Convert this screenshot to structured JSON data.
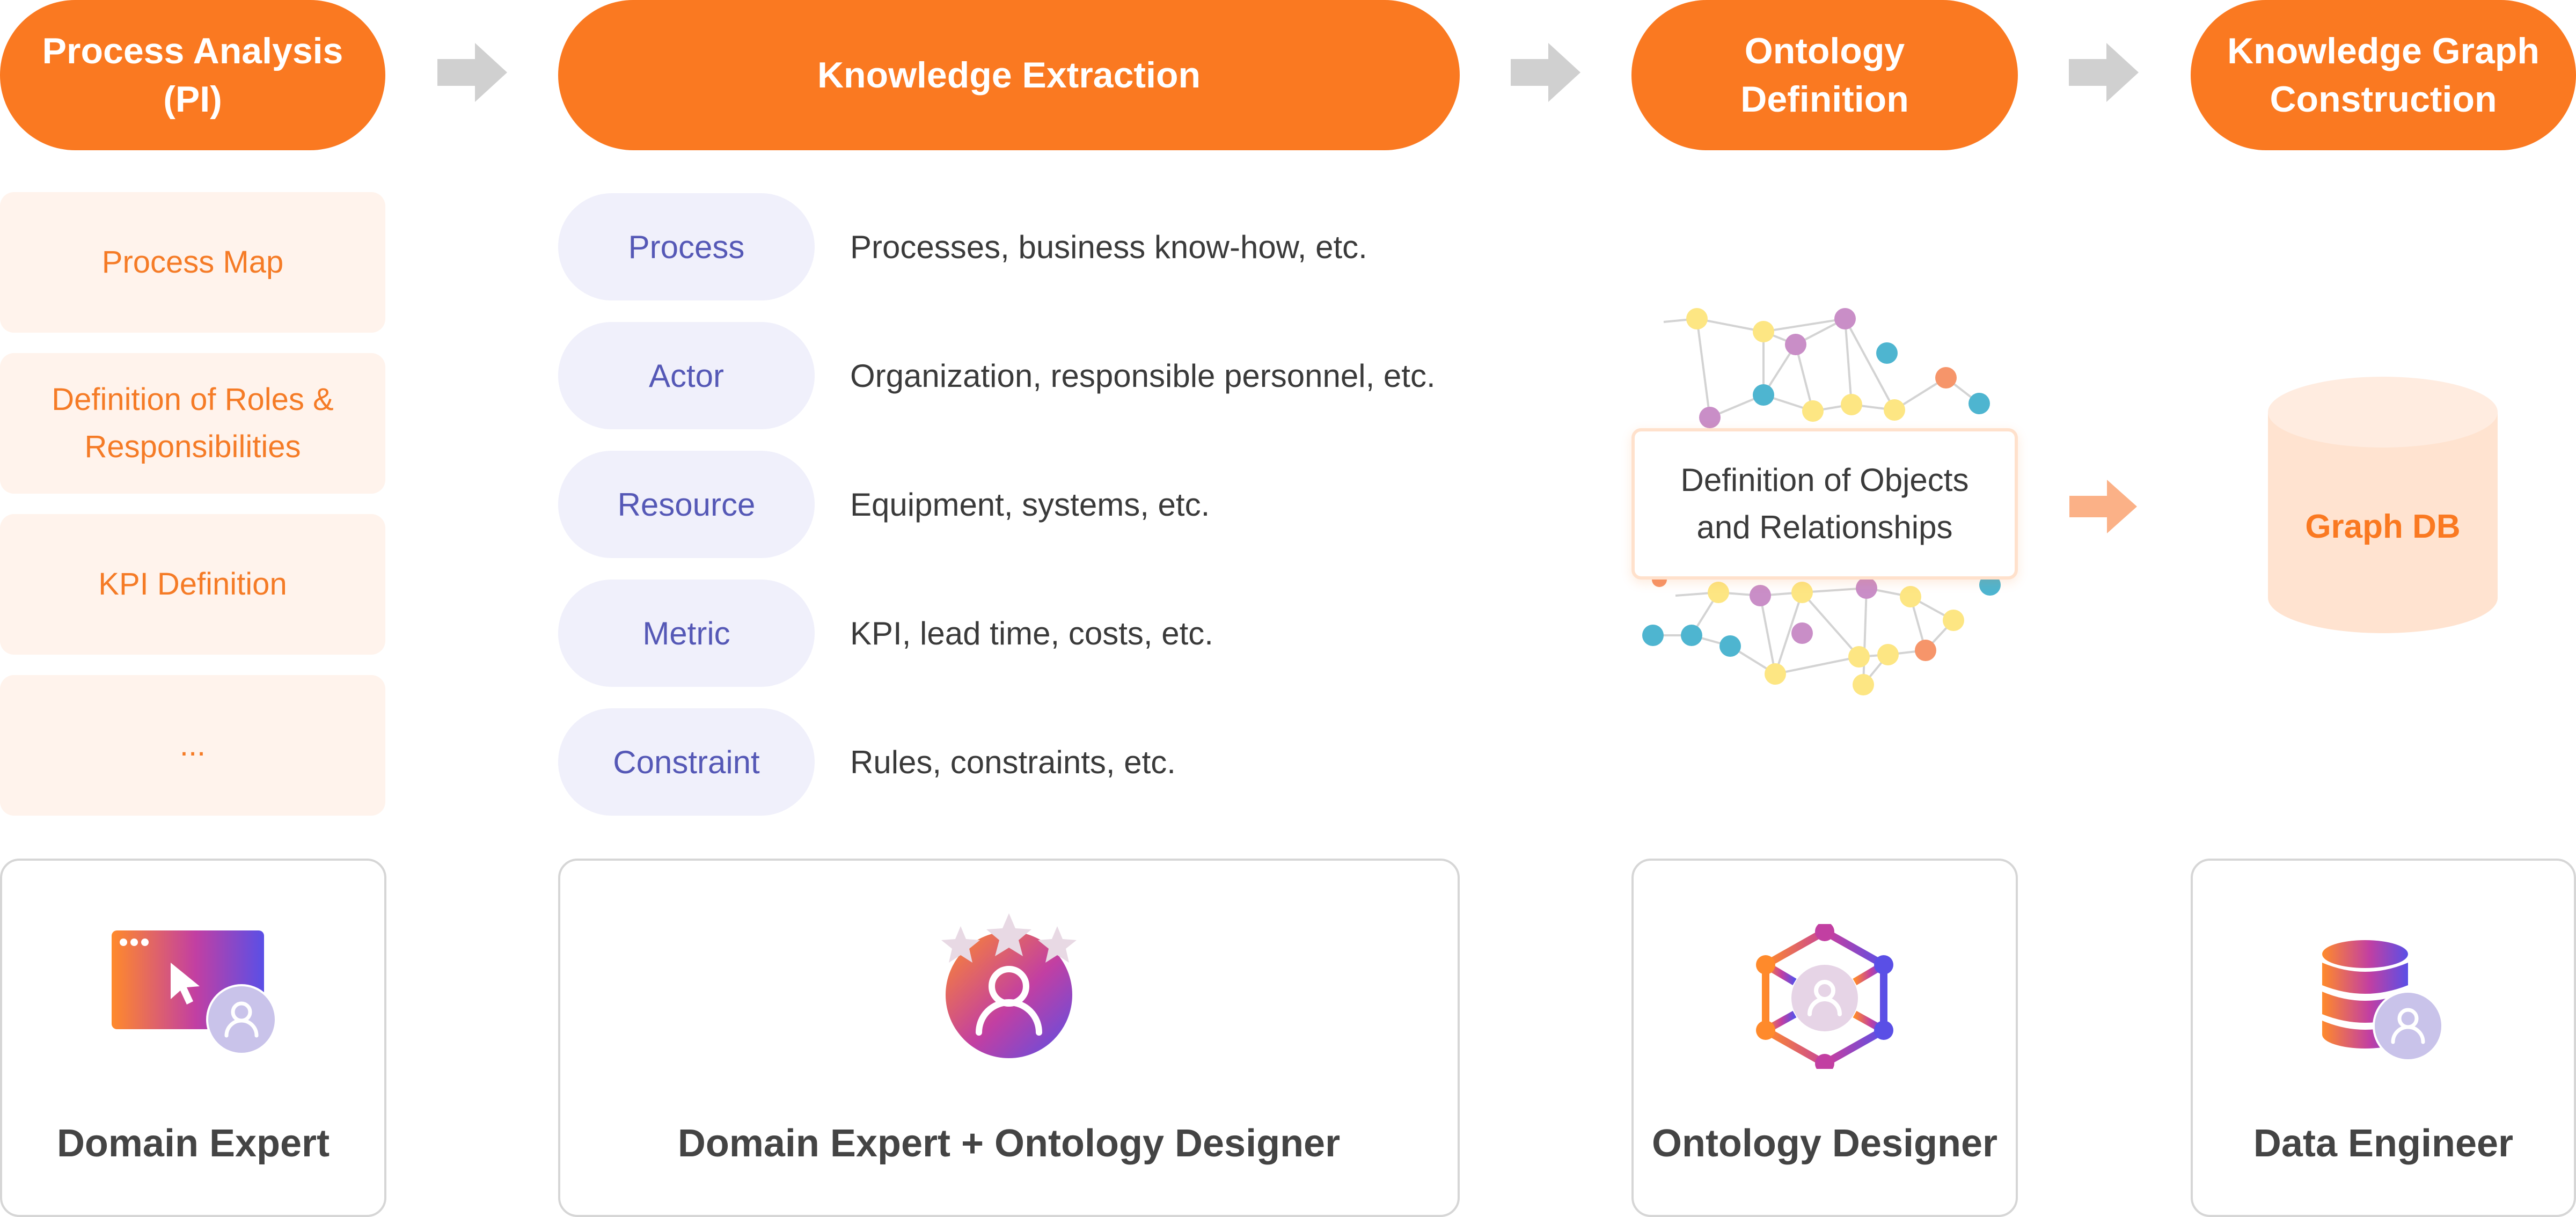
{
  "colors": {
    "accent": "#fa7921",
    "light_orange": "#fff3ec",
    "purple_text": "#5558b6",
    "pill_lavender": "#f0f0fb",
    "arrow_gray": "#d0d0d0"
  },
  "stages": [
    {
      "label": "Process Analysis (PI)"
    },
    {
      "label": "Knowledge Extraction"
    },
    {
      "label": "Ontology Definition"
    },
    {
      "label": "Knowledge Graph Construction"
    }
  ],
  "process_analysis_items": [
    {
      "label": "Process Map"
    },
    {
      "label": "Definition of Roles & Responsibilities"
    },
    {
      "label": "KPI Definition"
    },
    {
      "label": "..."
    }
  ],
  "knowledge_items": [
    {
      "category": "Process",
      "description": "Processes, business know-how, etc."
    },
    {
      "category": "Actor",
      "description": "Organization, responsible personnel, etc."
    },
    {
      "category": "Resource",
      "description": "Equipment, systems, etc."
    },
    {
      "category": "Metric",
      "description": "KPI, lead time, costs, etc."
    },
    {
      "category": "Constraint",
      "description": "Rules, constraints, etc."
    }
  ],
  "ontology": {
    "box_label": "Definition of Objects and Relationships",
    "icon": "network-graph-icon"
  },
  "graph_db": {
    "label": "Graph DB",
    "icon": "database-cylinder-icon"
  },
  "roles": [
    {
      "label": "Domain Expert",
      "icon": "browser-user-icon"
    },
    {
      "label": "Domain Expert + Ontology Designer",
      "icon": "user-stars-icon"
    },
    {
      "label": "Ontology Designer",
      "icon": "hexagon-user-icon"
    },
    {
      "label": "Data Engineer",
      "icon": "database-user-icon"
    }
  ]
}
